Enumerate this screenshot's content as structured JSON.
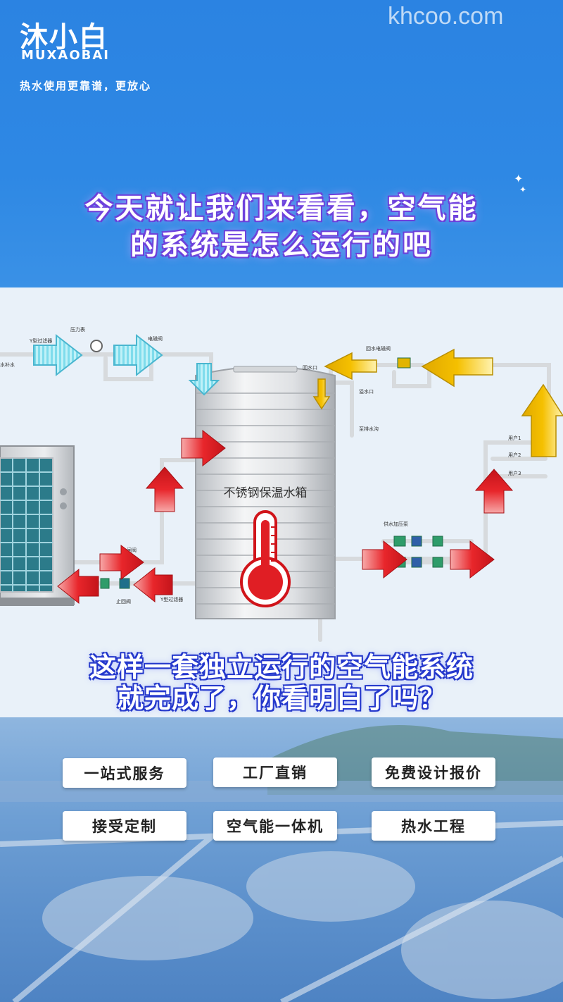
{
  "header": {
    "brand_cn": "沐小白",
    "brand_en": "MUXAOBAI",
    "slogan": "热水使用更靠谱，更放心",
    "watermark": "khcoo.com",
    "headline_line1": "今天就让我们来看看，空气能",
    "headline_line2": "的系统是怎么运行的吧"
  },
  "diagram": {
    "tank_label": "不锈钢保温水箱",
    "labels": {
      "y_filter_top": "Y型过滤器",
      "pressure_gauge": "压力表",
      "solenoid_valve": "电磁阀",
      "water_inlet": "水补水",
      "return_valve": "回水电磁阀",
      "return_port": "回水口",
      "overflow_port": "溢水口",
      "drain": "至排水沟",
      "user1": "用户1",
      "user2": "用户2",
      "user3": "用户3",
      "supply_pump": "供水加压泵",
      "gate_valve": "闸阀",
      "check_valve": "止回阀",
      "y_filter_bottom": "Y型过滤器"
    },
    "caption_line1": "这样一套独立运行的空气能系统",
    "caption_line2": "就完成了，你看明白了吗？"
  },
  "footer": {
    "tags": [
      "一站式服务",
      "工厂直销",
      "免费设计报价",
      "接受定制",
      "空气能一体机",
      "热水工程"
    ]
  },
  "colors": {
    "header_blue": "#2b83e2",
    "arrow_red": "#e8262b",
    "arrow_yellow": "#f5c000",
    "arrow_cyan": "#8fe3f0",
    "headline_outline": "#6a3ed8",
    "caption_outline": "#2438c8"
  }
}
